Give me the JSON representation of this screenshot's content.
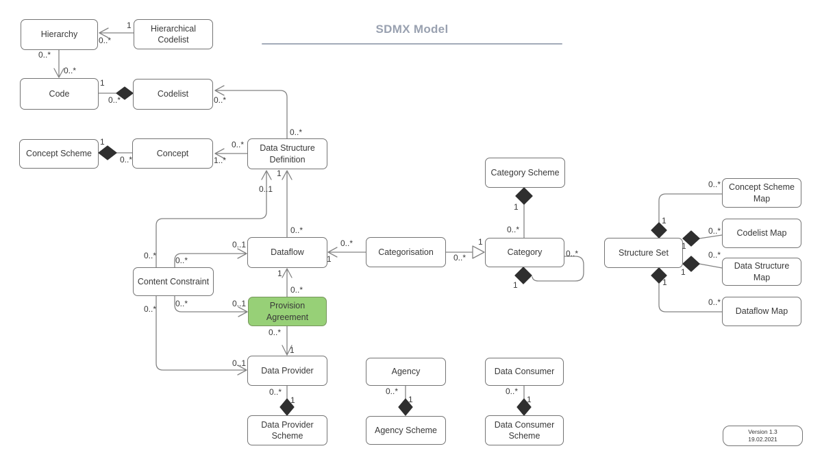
{
  "title": "SDMX Model",
  "nodes": {
    "hierarchy": "Hierarchy",
    "hierarchical_codelist": "Hierarchical\nCodelist",
    "code": "Code",
    "codelist": "Codelist",
    "concept_scheme": "Concept Scheme",
    "concept": "Concept",
    "data_structure_definition": "Data Structure\nDefinition",
    "content_constraint": "Content Constraint",
    "dataflow": "Dataflow",
    "provision_agreement": "Provision\nAgreement",
    "data_provider": "Data Provider",
    "data_provider_scheme": "Data Provider\nScheme",
    "agency": "Agency",
    "agency_scheme": "Agency Scheme",
    "data_consumer": "Data Consumer",
    "data_consumer_scheme": "Data Consumer\nScheme",
    "categorisation": "Categorisation",
    "category_scheme": "Category Scheme",
    "category": "Category",
    "structure_set": "Structure Set",
    "concept_scheme_map": "Concept Scheme\nMap",
    "codelist_map": "Codelist Map",
    "data_structure_map": "Data Structure\nMap",
    "dataflow_map": "Dataflow Map"
  },
  "version_box": "Version 1.3\n19.02.2021",
  "colors": {
    "highlight_fill": "#97d077",
    "line": "#828282",
    "diamond": "#2f2f2f",
    "title": "#99a1b0"
  },
  "m": [
    "1",
    "0..*",
    "0..*",
    "0..*",
    "1",
    "0..*",
    "0..*",
    "0..*",
    "1",
    "0..*",
    "0..*",
    "1..*",
    "0..1",
    "0..*",
    "0..*",
    "0..1",
    "1",
    "0..*",
    "0..*",
    "1",
    "1",
    "0..*",
    "0..*",
    "0..1",
    "0..*",
    "1",
    "0..*",
    "1",
    "0..*",
    "1",
    "0..*",
    "1",
    "0..*",
    "1",
    "1",
    "0..*",
    "0..*",
    "1",
    "1",
    "0..*",
    "0..*",
    "1",
    "0..*",
    "1",
    "1",
    "0..*",
    "0..*",
    "0..1"
  ]
}
